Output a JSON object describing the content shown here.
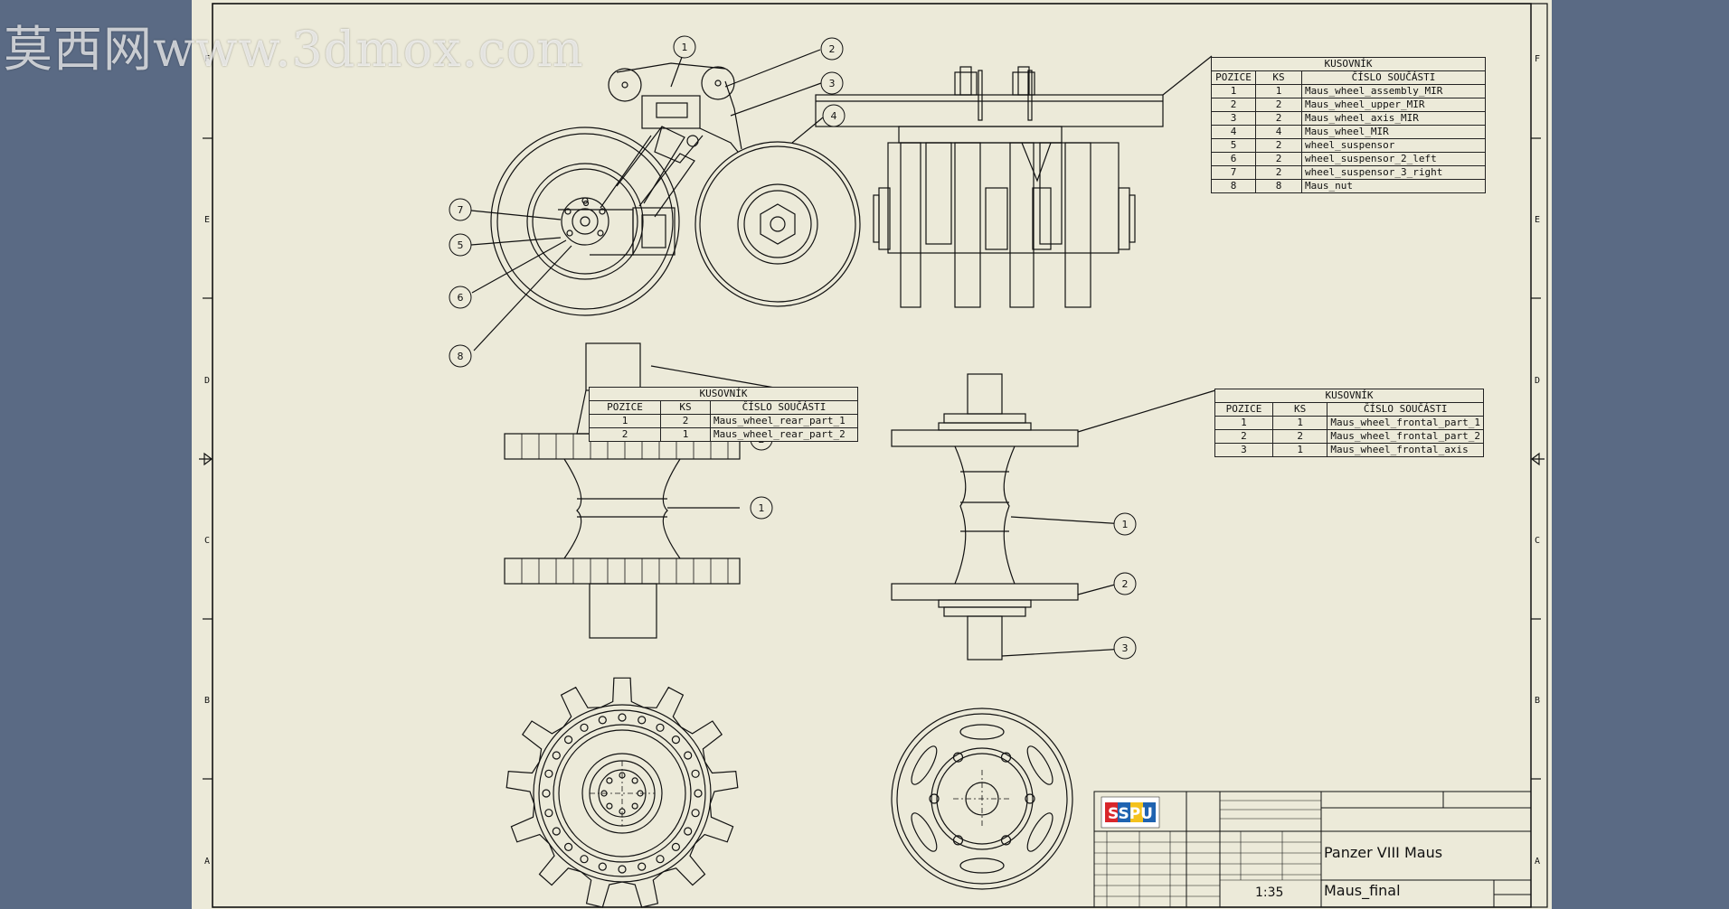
{
  "watermark": "莫西网www.3dmox.com",
  "border_letters": [
    "F",
    "E",
    "D",
    "C",
    "B",
    "A"
  ],
  "bom_tables": [
    {
      "title": "KUSOVNÍK",
      "headers": [
        "POZICE",
        "KS",
        "ČÍSLO SOUČÁSTI"
      ],
      "rows": [
        [
          "1",
          "1",
          "Maus_wheel_assembly_MIR"
        ],
        [
          "2",
          "2",
          "Maus_wheel_upper_MIR"
        ],
        [
          "3",
          "2",
          "Maus_wheel_axis_MIR"
        ],
        [
          "4",
          "4",
          "Maus_wheel_MIR"
        ],
        [
          "5",
          "2",
          "wheel_suspensor"
        ],
        [
          "6",
          "2",
          "wheel_suspensor_2_left"
        ],
        [
          "7",
          "2",
          "wheel_suspensor_3_right"
        ],
        [
          "8",
          "8",
          "Maus_nut"
        ]
      ]
    },
    {
      "title": "KUSOVNÍK",
      "headers": [
        "POZICE",
        "KS",
        "ČÍSLO SOUČÁSTI"
      ],
      "rows": [
        [
          "1",
          "2",
          "Maus_wheel_rear_part_1"
        ],
        [
          "2",
          "1",
          "Maus_wheel_rear_part_2"
        ]
      ]
    },
    {
      "title": "KUSOVNÍK",
      "headers": [
        "POZICE",
        "KS",
        "ČÍSLO SOUČÁSTI"
      ],
      "rows": [
        [
          "1",
          "1",
          "Maus_wheel_frontal_part_1"
        ],
        [
          "2",
          "2",
          "Maus_wheel_frontal_part_2"
        ],
        [
          "3",
          "1",
          "Maus_wheel_frontal_axis"
        ]
      ]
    }
  ],
  "balloons": {
    "view1": [
      "1",
      "2",
      "3",
      "4",
      "7",
      "5",
      "6",
      "8"
    ],
    "view3": [
      "2",
      "1"
    ],
    "view4": [
      "1",
      "2",
      "3"
    ]
  },
  "title_block": {
    "logo": "SSPU",
    "project": "Panzer VIII Maus",
    "drawing_name": "Maus_final",
    "scale": "1:35"
  },
  "colors": {
    "sheet": "#ecead9",
    "background": "#5a6a84",
    "line": "#111111",
    "logo_red": "#d8262b",
    "logo_blue": "#1f63b0",
    "logo_yellow": "#f4c21c"
  }
}
